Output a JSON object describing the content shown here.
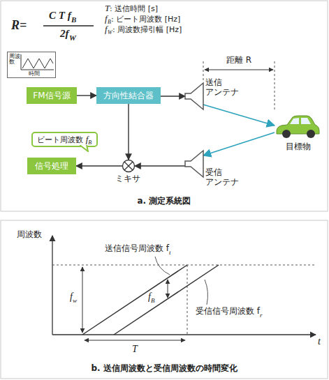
{
  "diagram": {
    "nodes": [
      {
        "text": [
          "周波数",
          "時間"
        ]
      },
      {
        "text": [
          "FM信号源"
        ]
      },
      {
        "text": [
          "方向性結合器"
        ]
      },
      {
        "text": [
          "送信 アンテナ"
        ]
      },
      {
        "text": [
          "目標物"
        ]
      },
      {
        "text": [
          "受信 アンテナ"
        ]
      },
      {
        "text": [
          "ミキサ"
        ]
      },
      {
        "text": [
          "信号処理"
        ]
      },
      {
        "text": [
          "ビート周波数",
          "f",
          "B"
        ]
      }
    ],
    "edges": [
      {
        "from": 1,
        "to": 2,
        "arrow": "to"
      },
      {
        "from": 2,
        "to": 3,
        "arrow": "to"
      },
      {
        "from": 3,
        "to": 4,
        "arrow": "to"
      },
      {
        "from": 4,
        "to": 5,
        "arrow": "to"
      },
      {
        "from": 5,
        "to": 6,
        "arrow": "to"
      },
      {
        "from": 2,
        "to": 6,
        "arrow": "to"
      },
      {
        "from": 6,
        "to": 7,
        "arrow": "to"
      }
    ],
    "labels": [
      "R=",
      "C T f",
      "B",
      "2f",
      "W",
      "T",
      ": 送信時間 [s]",
      "f",
      "B",
      ": ビート周波数 [Hz]",
      "f",
      "W",
      ": 周波数掃引幅 [Hz]",
      "距離 R",
      "a. 測定系統図",
      "周波数",
      "t",
      "送信信号周波数 f",
      "t",
      "受信信号周波数 f",
      "r",
      "f",
      "w",
      "f",
      "B",
      "T",
      "b. 送信周波数と受信周波数の時間変化"
    ]
  }
}
